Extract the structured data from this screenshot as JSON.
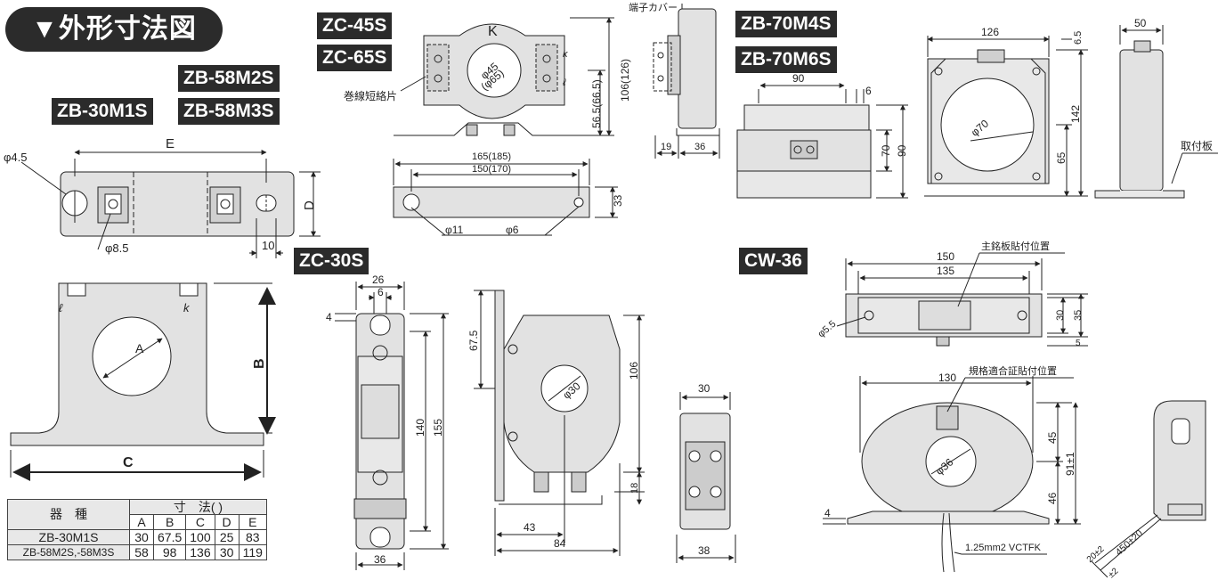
{
  "title": "▼外形寸法図",
  "models": {
    "zb58m2s": "ZB-58M2S",
    "zb30m1s": "ZB-30M1S",
    "zb58m3s": "ZB-58M3S",
    "zc45s": "ZC-45S",
    "zc65s": "ZC-65S",
    "zb70m4s": "ZB-70M4S",
    "zb70m6s": "ZB-70M6S",
    "zc30s": "ZC-30S",
    "cw36": "CW-36"
  },
  "labels": {
    "terminal_cover": "端子カバー",
    "shorting_piece": "巻線短絡片",
    "mount_plate": "取付板",
    "nameplate_pos": "主銘板貼付位置",
    "cert_pos": "規格適合証貼付位置",
    "cable": "1.25mm2 VCTFK",
    "k": "K",
    "k_small": "k",
    "l_small": "ℓ"
  },
  "dims_zb30": {
    "E": "E",
    "phi45": "φ4.5",
    "phi85": "φ8.5",
    "D": "D",
    "d10": "10",
    "B": "B",
    "C": "C",
    "A": "A"
  },
  "dims_zc45": {
    "phi45": "φ45",
    "phi65": "(φ65)",
    "h106": "106(126)",
    "h565": "56.5(66.5)",
    "w165": "165(185)",
    "w150": "150(170)",
    "phi11": "φ11",
    "phi6": "φ6",
    "h33": "33"
  },
  "dims_cover": {
    "w19": "19",
    "w36": "36"
  },
  "dims_zb70": {
    "w90": "90",
    "w6": "6",
    "h70": "70",
    "h90": "90",
    "w126": "126",
    "d65": "6.5",
    "phi70": "φ70",
    "h142": "142",
    "h65": "65",
    "w50": "50"
  },
  "dims_zc30": {
    "w26": "26",
    "w6": "6",
    "h4": "4",
    "h140": "140",
    "h155": "155",
    "w36": "36",
    "h675": "67.5",
    "phi30": "φ30",
    "h106": "106",
    "h18": "18",
    "w43": "43",
    "w84": "84",
    "w30": "30",
    "w38": "38"
  },
  "dims_cw36": {
    "w150": "150",
    "w135": "135",
    "phi55": "φ5.5",
    "h30": "30",
    "h35": "35",
    "h5": "5",
    "w130": "130",
    "h45": "45",
    "h91": "91±1",
    "h46": "46",
    "phi36": "φ36",
    "h4": "4",
    "l450": "450±20",
    "l20": "20±2",
    "l2": "±2"
  },
  "table": {
    "header_model": "器　種",
    "header_dims": "寸　法(  )",
    "cols": [
      "A",
      "B",
      "C",
      "D",
      "E"
    ],
    "rows": [
      {
        "model": "ZB-30M1S",
        "values": [
          "30",
          "67.5",
          "100",
          "25",
          "83"
        ]
      },
      {
        "model": "ZB-58M2S,-58M3S",
        "values": [
          "58",
          "98",
          "136",
          "30",
          "119"
        ]
      }
    ]
  }
}
